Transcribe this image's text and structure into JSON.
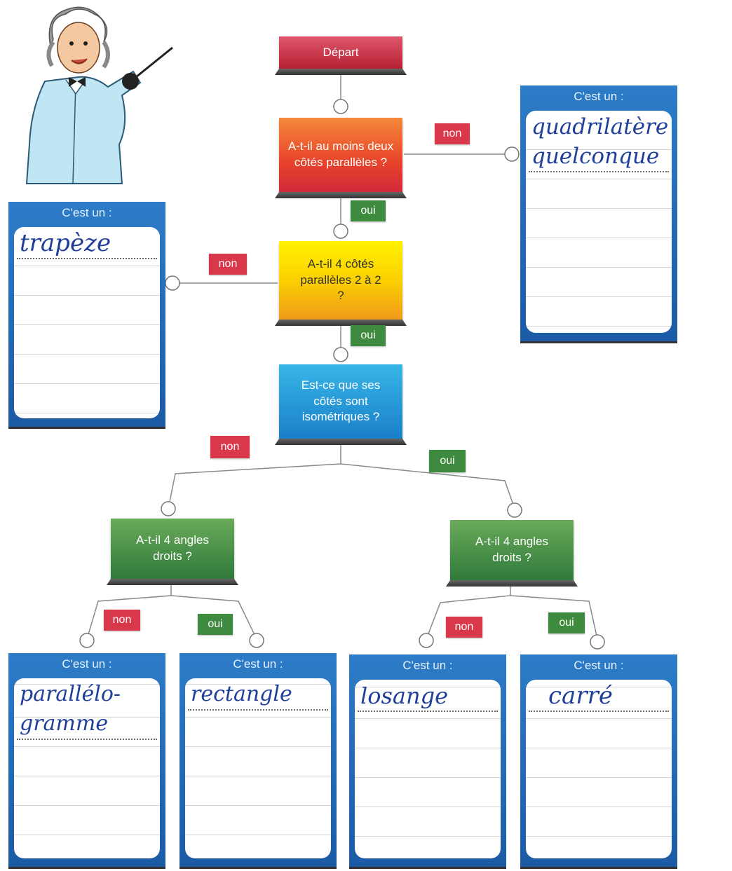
{
  "start": "Départ",
  "questions": {
    "q1": "A-t-il au moins deux côtés parallèles ?",
    "q2": "A-t-il 4 côtés parallèles 2 à 2 ?",
    "q3": "Est-ce que ses côtés sont isométriques ?",
    "q4_left": "A-t-il 4 angles droits ?",
    "q4_right": "A-t-il 4 angles droits ?"
  },
  "labels": {
    "no": "non",
    "yes": "oui"
  },
  "card_header": "C'est un :",
  "answers": {
    "q1_no": "quadrilatère quelconque",
    "q2_no": "trapèze",
    "left_no": "parallélo-gramme",
    "left_yes": "rectangle",
    "right_no": "losange",
    "right_yes": "carré"
  },
  "colors": {
    "start": "#c92a3c",
    "q1": "#ee5a2e",
    "q2": "#fbd000",
    "q3": "#2a98d8",
    "q4": "#3f8a45",
    "card": "#2068b4",
    "handwriting": "#1f3f9a"
  }
}
